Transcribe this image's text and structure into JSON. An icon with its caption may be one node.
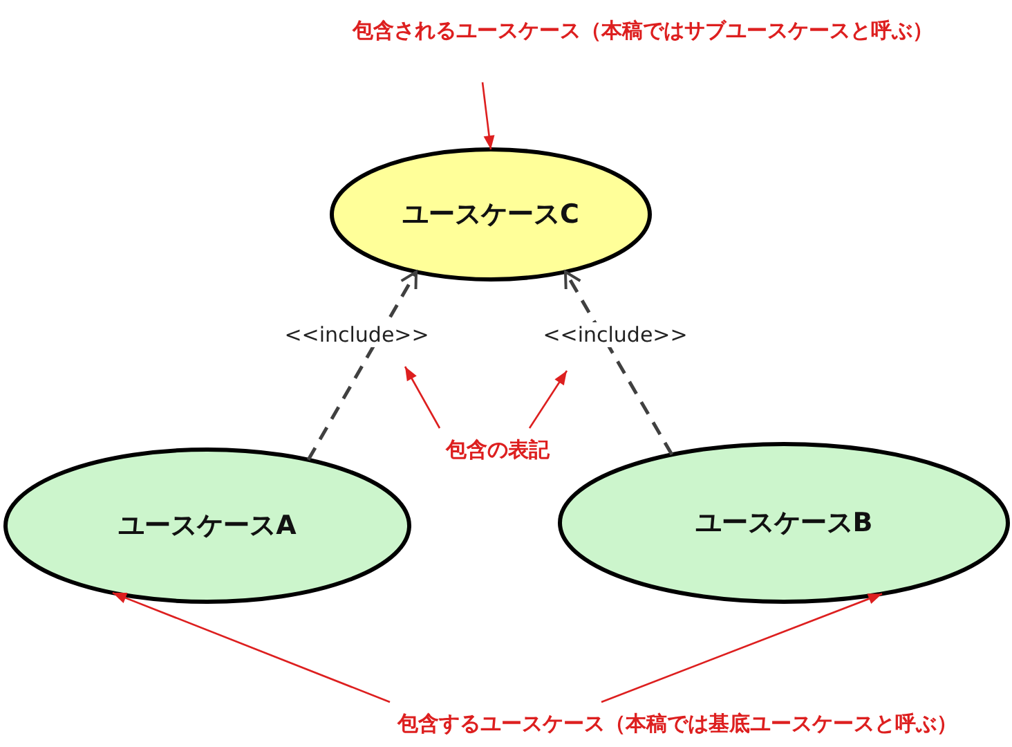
{
  "diagram": {
    "nodes": [
      {
        "text": [
          "包含されるユースケース（本稿ではサブユースケースと呼ぶ）"
        ]
      },
      {
        "text": [
          "ユースケースC"
        ]
      },
      {
        "text": [
          "ユースケースA"
        ]
      },
      {
        "text": [
          "ユースケースB"
        ]
      },
      {
        "text": [
          "包含の表記"
        ]
      },
      {
        "text": [
          "包含するユースケース（本稿では基底ユースケースと呼ぶ）"
        ]
      }
    ],
    "edges": [
      {
        "from": 0,
        "to": 1,
        "arrow": "to"
      },
      {
        "from": 2,
        "to": 1,
        "arrow": "to",
        "label": "<<include>>",
        "style": "dashed",
        "color": "#404040"
      },
      {
        "from": 3,
        "to": 1,
        "arrow": "to",
        "label": "<<include>>",
        "style": "dashed",
        "color": "#404040"
      },
      {
        "from": 4,
        "to": null,
        "arrow": "to"
      },
      {
        "from": 4,
        "to": null,
        "arrow": "to"
      },
      {
        "from": 5,
        "to": 2,
        "arrow": "to"
      },
      {
        "from": 5,
        "to": 3,
        "arrow": "to"
      }
    ]
  }
}
